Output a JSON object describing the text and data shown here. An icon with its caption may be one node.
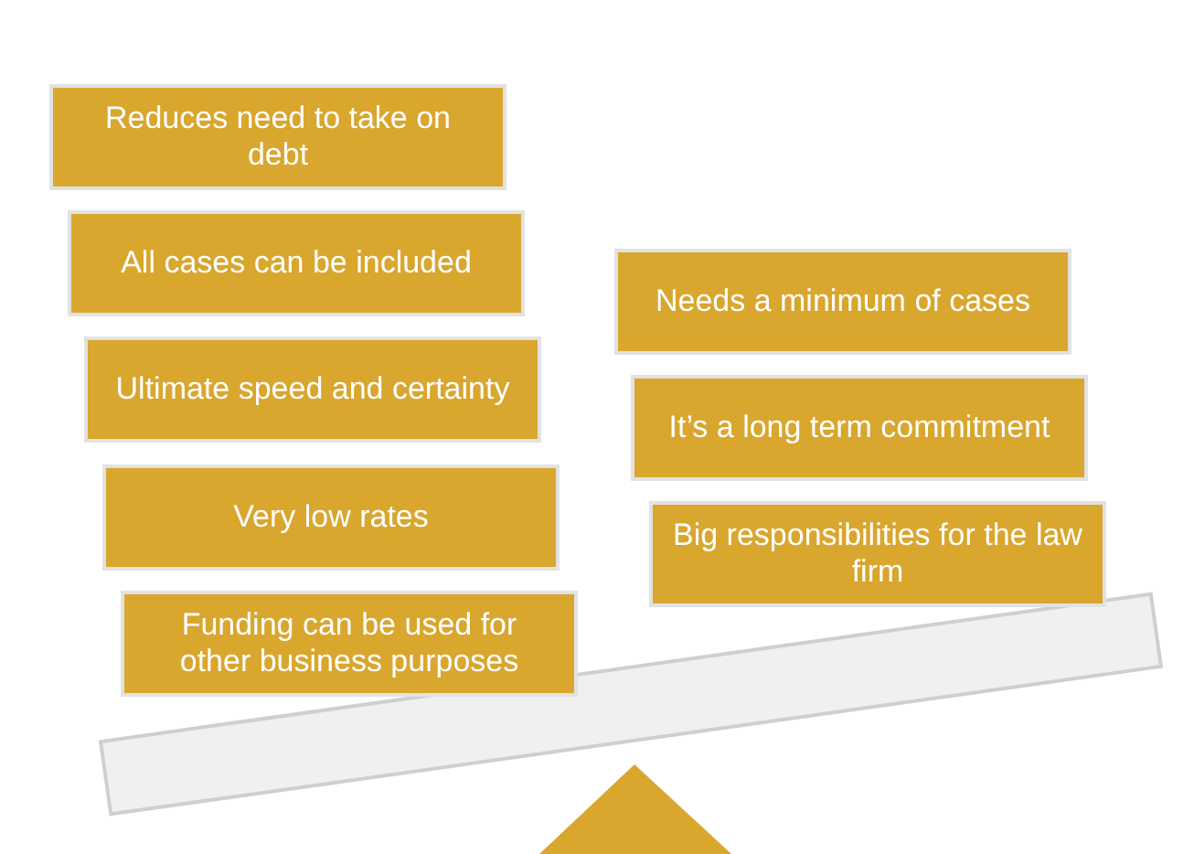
{
  "diagram": {
    "nodes": [
      {
        "text": [
          "Reduces need to take on debt"
        ]
      },
      {
        "text": [
          "All cases can be included"
        ]
      },
      {
        "text": [
          "Ultimate speed and certainty"
        ]
      },
      {
        "text": [
          "Very low rates"
        ]
      },
      {
        "text": [
          "Funding can be used for other business purposes"
        ]
      },
      {
        "text": [
          "Needs a minimum of cases"
        ]
      },
      {
        "text": [
          "It’s a long term commitment"
        ]
      },
      {
        "text": [
          "Big responsibilities for the law firm"
        ]
      }
    ],
    "edges": []
  }
}
